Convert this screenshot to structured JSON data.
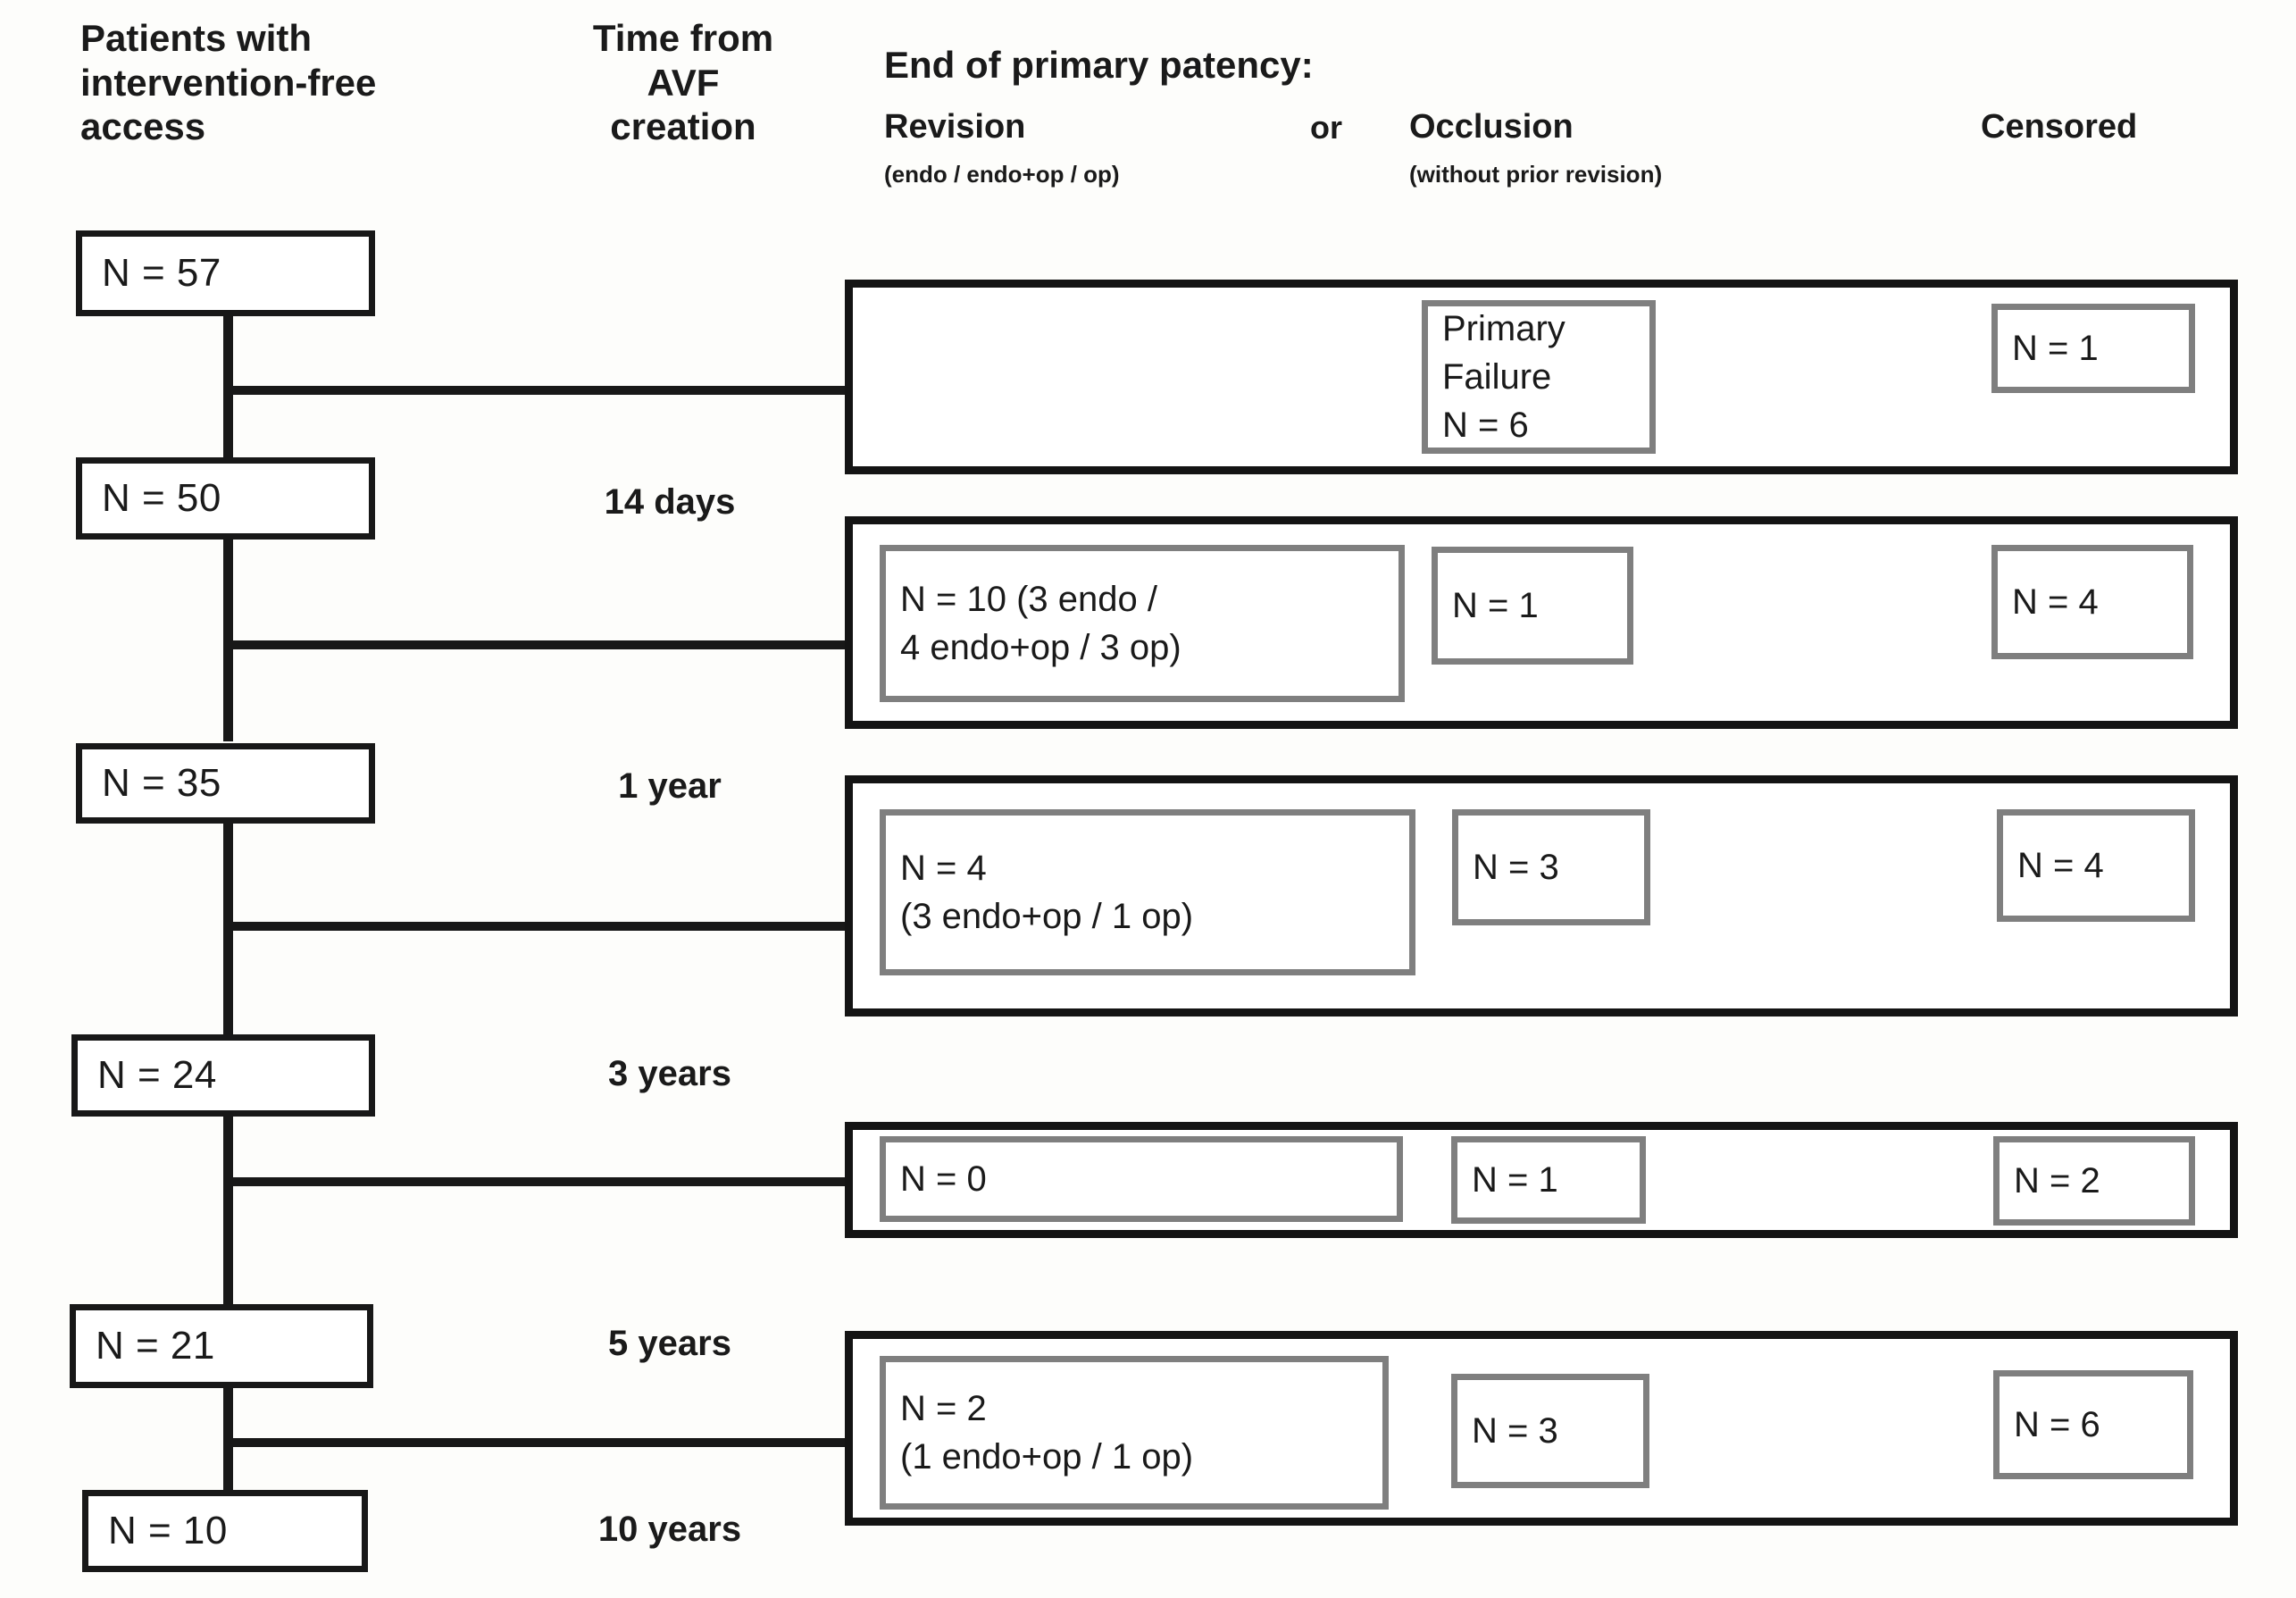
{
  "headers": {
    "patients": "Patients with\ninterventionfree\naccess",
    "patients_display": "Patients with\nintervention-free\naccess",
    "time": "Time from\nAVF\ncreation",
    "end_of_patency": "End of primary patency:",
    "revision": "Revision",
    "revision_sub": "(endo / endo+op / op)",
    "or": "or",
    "occlusion": "Occlusion",
    "occlusion_sub": "(without prior revision)",
    "censored": "Censored"
  },
  "cohort_boxes": [
    {
      "label": "N = 57"
    },
    {
      "label": "N = 50"
    },
    {
      "label": "N = 35"
    },
    {
      "label": "N = 24"
    },
    {
      "label": "N = 21"
    },
    {
      "label": "N = 10"
    }
  ],
  "time_labels": [
    {
      "label": "14 days"
    },
    {
      "label": "1 year"
    },
    {
      "label": "3 years"
    },
    {
      "label": "5 years"
    },
    {
      "label": "10 years"
    }
  ],
  "event_rows": [
    {
      "revision": "",
      "occlusion": "Primary Failure\nN = 6",
      "censored": "N = 1"
    },
    {
      "revision": "N = 10 (3 endo /\n4 endo+op / 3 op)",
      "occlusion": "N = 1",
      "censored": "N = 4"
    },
    {
      "revision": "N = 4\n(3 endo+op / 1 op)",
      "occlusion": "N = 3",
      "censored": "N = 4"
    },
    {
      "revision": "N = 0",
      "occlusion": "N = 1",
      "censored": "N = 2"
    },
    {
      "revision": "N = 2\n(1 endo+op / 1 op)",
      "occlusion": "N = 3",
      "censored": "N = 6"
    }
  ],
  "colors": {
    "line": "#181818",
    "outer_border": "#141414",
    "inner_border": "#7f7f7f",
    "background": "#fdfdfb",
    "text": "#1a1a1a"
  },
  "chart_data": {
    "type": "table",
    "title": "AVF primary patency flow diagram",
    "columns": [
      "Patients with intervention-free access",
      "Time from AVF creation",
      "Revision (endo / endo+op / op)",
      "Occlusion (without prior revision)",
      "Censored"
    ],
    "rows": [
      [
        "N = 57",
        "",
        "",
        "",
        ""
      ],
      [
        "",
        "",
        "",
        "Primary Failure N = 6",
        "N = 1"
      ],
      [
        "N = 50",
        "14 days",
        "",
        "",
        ""
      ],
      [
        "",
        "",
        "N = 10 (3 endo / 4 endo+op / 3 op)",
        "N = 1",
        "N = 4"
      ],
      [
        "N = 35",
        "1 year",
        "",
        "",
        ""
      ],
      [
        "",
        "",
        "N = 4 (3 endo+op / 1 op)",
        "N = 3",
        "N = 4"
      ],
      [
        "N = 24",
        "3 years",
        "",
        "",
        ""
      ],
      [
        "",
        "",
        "N = 0",
        "N = 1",
        "N = 2"
      ],
      [
        "N = 21",
        "5 years",
        "",
        "",
        ""
      ],
      [
        "",
        "",
        "N = 2 (1 endo+op / 1 op)",
        "N = 3",
        "N = 6"
      ],
      [
        "N = 10",
        "10 years",
        "",
        "",
        ""
      ]
    ]
  }
}
